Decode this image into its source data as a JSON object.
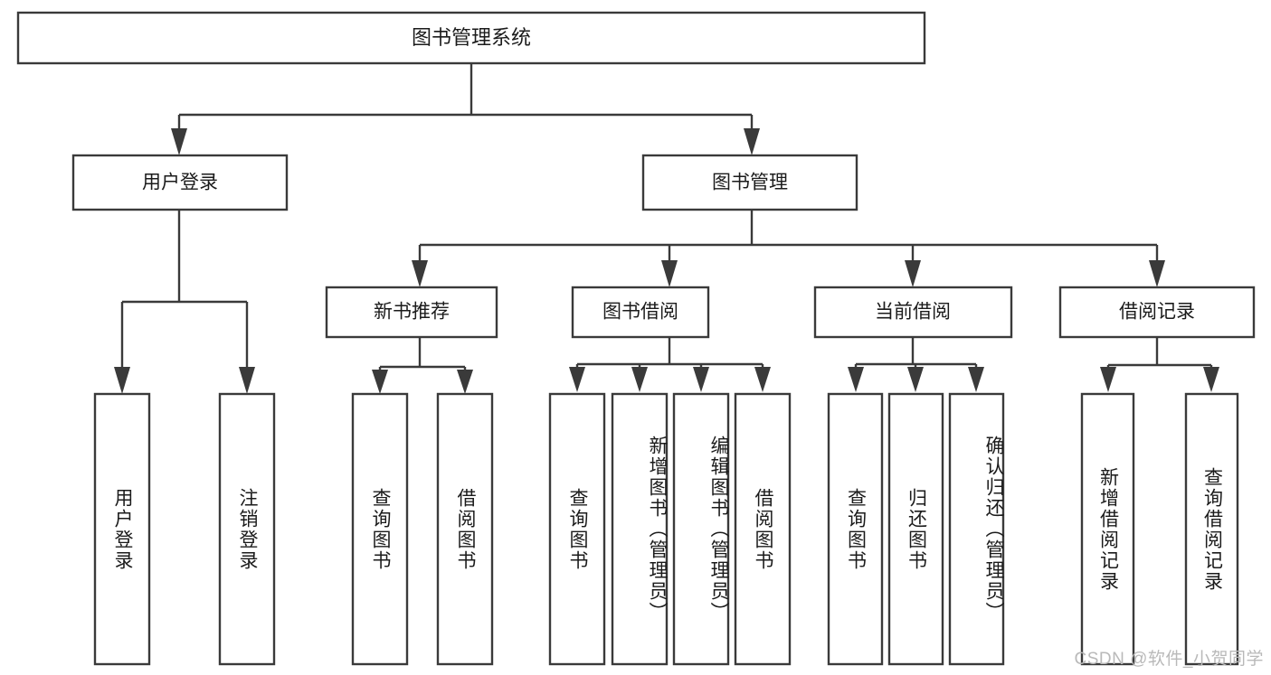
{
  "diagram": {
    "type": "hierarchy-tree",
    "title_node": {
      "label": "图书管理系统"
    },
    "level2": [
      {
        "id": "user-login",
        "label": "用户登录"
      },
      {
        "id": "book-management",
        "label": "图书管理"
      }
    ],
    "level3": [
      {
        "id": "new-book-recommend",
        "label": "新书推荐",
        "parent": "book-management"
      },
      {
        "id": "book-borrow",
        "label": "图书借阅",
        "parent": "book-management"
      },
      {
        "id": "current-borrow",
        "label": "当前借阅",
        "parent": "book-management"
      },
      {
        "id": "borrow-record",
        "label": "借阅记录",
        "parent": "book-management"
      }
    ],
    "leaves": [
      {
        "id": "leaf-user-login",
        "label": "用户登录",
        "parent": "user-login"
      },
      {
        "id": "leaf-logout-login",
        "label": "注销登录",
        "parent": "user-login"
      },
      {
        "id": "leaf-query-book-1",
        "label": "查询图书",
        "parent": "new-book-recommend"
      },
      {
        "id": "leaf-borrow-book-1",
        "label": "借阅图书",
        "parent": "new-book-recommend"
      },
      {
        "id": "leaf-query-book-2",
        "label": "查询图书",
        "parent": "book-borrow"
      },
      {
        "id": "leaf-add-book",
        "label": "新增图书（管理员）",
        "parent": "book-borrow"
      },
      {
        "id": "leaf-edit-book",
        "label": "编辑图书（管理员）",
        "parent": "book-borrow"
      },
      {
        "id": "leaf-borrow-book-2",
        "label": "借阅图书",
        "parent": "book-borrow"
      },
      {
        "id": "leaf-query-book-3",
        "label": "查询图书",
        "parent": "current-borrow"
      },
      {
        "id": "leaf-return-book",
        "label": "归还图书",
        "parent": "current-borrow"
      },
      {
        "id": "leaf-confirm-return",
        "label": "确认归还（管理员）",
        "parent": "current-borrow"
      },
      {
        "id": "leaf-add-record",
        "label": "新增借阅记录",
        "parent": "borrow-record"
      },
      {
        "id": "leaf-query-record",
        "label": "查询借阅记录",
        "parent": "borrow-record"
      }
    ],
    "watermark": "CSDN @软件_小贺同学",
    "colors": {
      "stroke": "#3a3a3a",
      "fill": "#ffffff",
      "text": "#1b1b1b",
      "watermark": "#b9b9b9"
    }
  }
}
